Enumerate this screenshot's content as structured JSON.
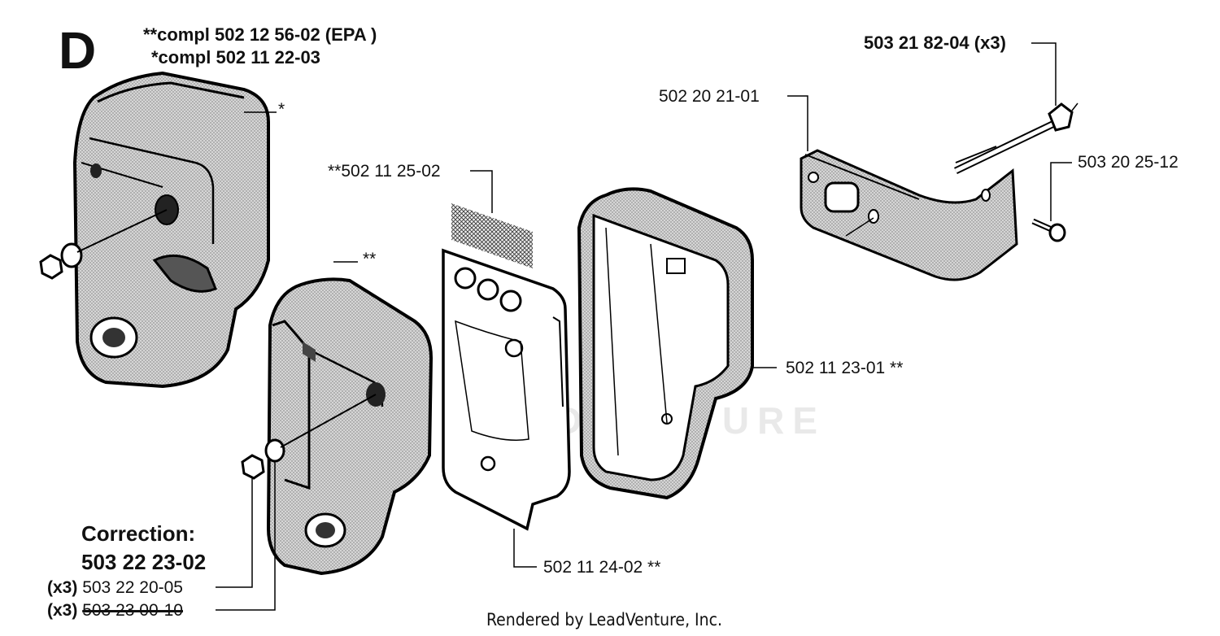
{
  "diagram": {
    "section_letter": "D",
    "compl_epa": "**compl 502 12 56-02 (EPA )",
    "compl": "*compl 502 11 22-03",
    "labels": {
      "bolt": "503 21 82-04 (x3)",
      "bracket": "502 20 21-01",
      "screw": "503 20 25-12",
      "screen": "**502 11 25-02",
      "muffler_half": "502 11 23-01 **",
      "plate": "502 11 24-02 **",
      "star": "*",
      "double_star": "**"
    },
    "correction": {
      "title": "Correction:",
      "part": "503 22 23-02",
      "qty1": "(x3)",
      "part1": "503 22 20-05",
      "qty2": "(x3)",
      "part2": "503 23 00-10"
    },
    "footer": "Rendered by LeadVenture, Inc.",
    "watermark": "LEADVENTURE"
  }
}
